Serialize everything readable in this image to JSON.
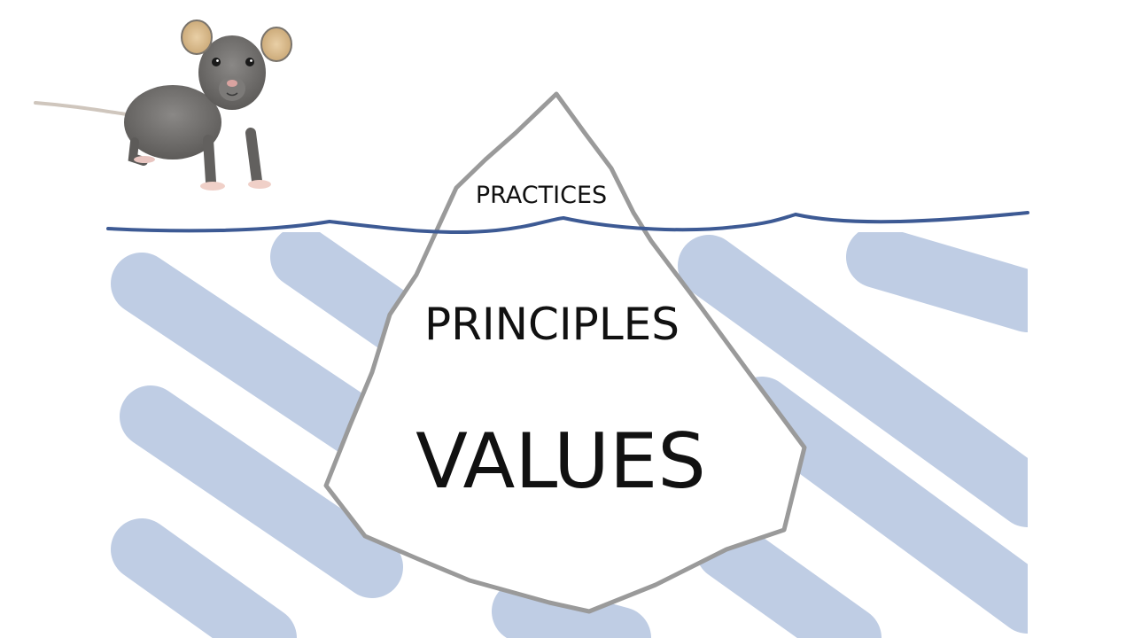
{
  "diagram": {
    "levels": {
      "top": "PRACTICES",
      "middle": "PRINCIPLES",
      "bottom": "VALUES"
    },
    "colors": {
      "background": "#ffffff",
      "water_line": "#3d5a94",
      "water_scribble": "#bfcde4",
      "iceberg_outline": "#9a9a9a",
      "iceberg_fill": "#ffffff",
      "rat_fur": "#6f6d6b",
      "rat_ear": "#d8b98f"
    },
    "icons": {
      "animal": "rat-icon"
    }
  }
}
